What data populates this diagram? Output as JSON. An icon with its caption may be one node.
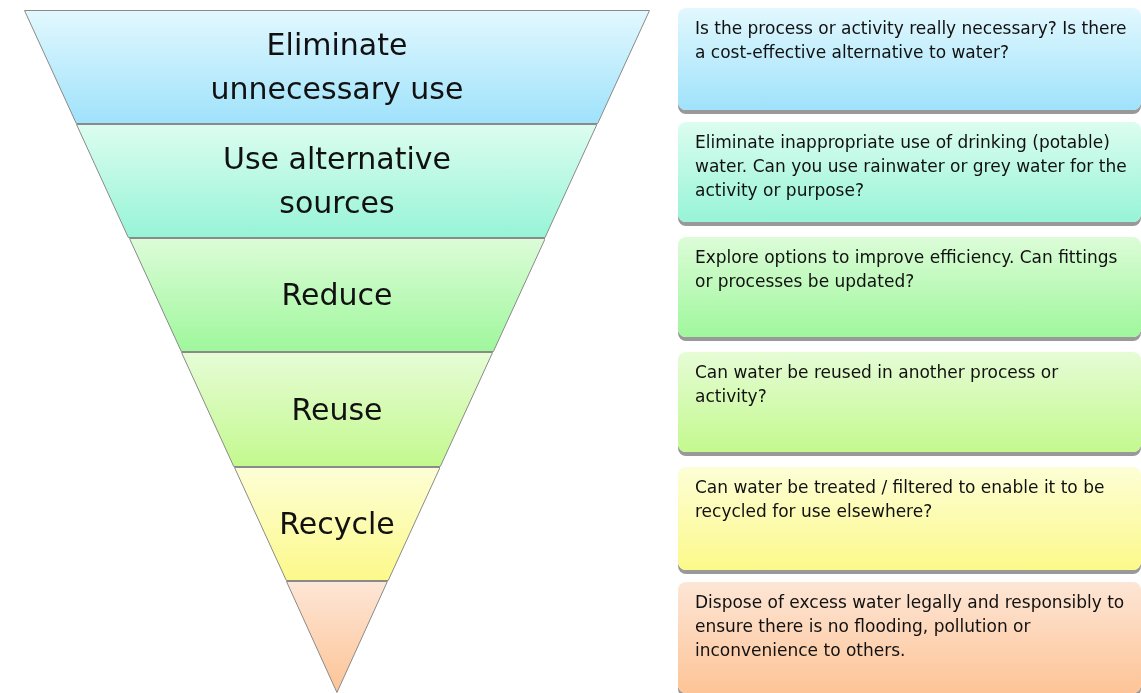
{
  "diagram": {
    "nodes": [
      {
        "text": [
          "Eliminate unnecessary use"
        ]
      },
      {
        "text": [
          "Use alternative sources"
        ]
      },
      {
        "text": [
          "Reduce"
        ]
      },
      {
        "text": [
          "Reuse"
        ]
      },
      {
        "text": [
          "Recycle"
        ]
      },
      {
        "text": [],
        "shape": "triangle"
      },
      {
        "text": [
          "Is the process or activity really necessary? Is there a cost-effective alternative to water?"
        ]
      },
      {
        "text": [
          "Eliminate inappropriate use of drinking (potable) water. Can you use rainwater or grey water for the activity or purpose?"
        ]
      },
      {
        "text": [
          "Explore options to improve efficiency. Can fittings or processes be updated?"
        ]
      },
      {
        "text": [
          "Can water be reused in another process or activity?"
        ]
      },
      {
        "text": [
          "Can water be treated / filtered to enable it to be recycled for use elsewhere?"
        ]
      },
      {
        "text": [
          "Dispose of excess water legally and responsibly to ensure there is no flooding, pollution or inconvenience to others."
        ]
      }
    ]
  }
}
